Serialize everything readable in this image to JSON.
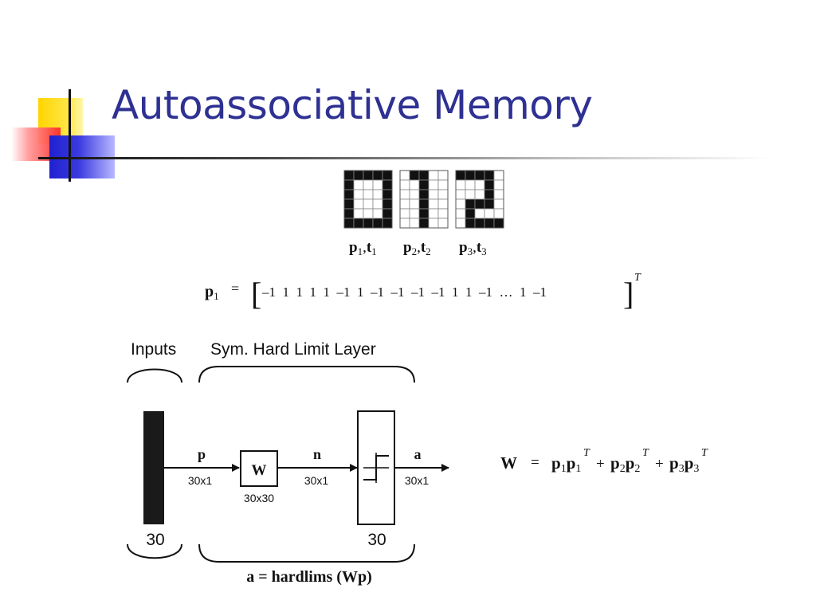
{
  "slide": {
    "title": "Autoassociative Memory"
  },
  "patterns": {
    "grid": {
      "rows": 6,
      "cols": 5
    },
    "items": [
      {
        "label_p": "p",
        "sub_p": "1",
        "label_t": "t",
        "sub_t": "1",
        "cells": [
          1,
          1,
          1,
          1,
          1,
          1,
          0,
          0,
          0,
          1,
          1,
          0,
          0,
          0,
          1,
          1,
          0,
          0,
          0,
          1,
          1,
          0,
          0,
          0,
          1,
          1,
          1,
          1,
          1,
          1
        ]
      },
      {
        "label_p": "p",
        "sub_p": "2",
        "label_t": "t",
        "sub_t": "2",
        "cells": [
          0,
          1,
          1,
          0,
          0,
          0,
          0,
          1,
          0,
          0,
          0,
          0,
          1,
          0,
          0,
          0,
          0,
          1,
          0,
          0,
          0,
          0,
          1,
          0,
          0,
          0,
          0,
          1,
          0,
          0
        ]
      },
      {
        "label_p": "p",
        "sub_p": "3",
        "label_t": "t",
        "sub_t": "3",
        "cells": [
          1,
          1,
          1,
          1,
          0,
          0,
          0,
          0,
          1,
          0,
          0,
          0,
          0,
          1,
          0,
          0,
          1,
          1,
          1,
          0,
          0,
          1,
          0,
          0,
          0,
          0,
          1,
          1,
          1,
          1
        ]
      }
    ]
  },
  "p1_equation": {
    "lhs": "p",
    "lhs_sub": "1",
    "equals": "=",
    "open_bracket": "[",
    "vector": "–1  1  1  1  1  –1  1  –1  –1  –1  –1  1  1  –1  …  1  –1",
    "close_bracket": "]",
    "superscript": "T"
  },
  "network": {
    "inputs_label": "Inputs",
    "layer_label": "Sym. Hard Limit Layer",
    "input_size": "30",
    "p_label": "p",
    "p_dim": "30x1",
    "weight_label": "W",
    "weight_dim": "30x30",
    "n_label": "n",
    "n_dim": "30x1",
    "a_label": "a",
    "a_dim": "30x1",
    "layer_size": "30",
    "output_eq": "a = hardlims (Wp)"
  },
  "weight_equation": {
    "lhs": "W",
    "equals": "=",
    "terms": [
      {
        "p": "p",
        "sub": "1",
        "pt": "p",
        "pt_sub": "1",
        "sup": "T"
      },
      {
        "p": "p",
        "sub": "2",
        "pt": "p",
        "pt_sub": "2",
        "sup": "T"
      },
      {
        "p": "p",
        "sub": "3",
        "pt": "p",
        "pt_sub": "3",
        "sup": "T"
      }
    ],
    "plus": "+"
  }
}
